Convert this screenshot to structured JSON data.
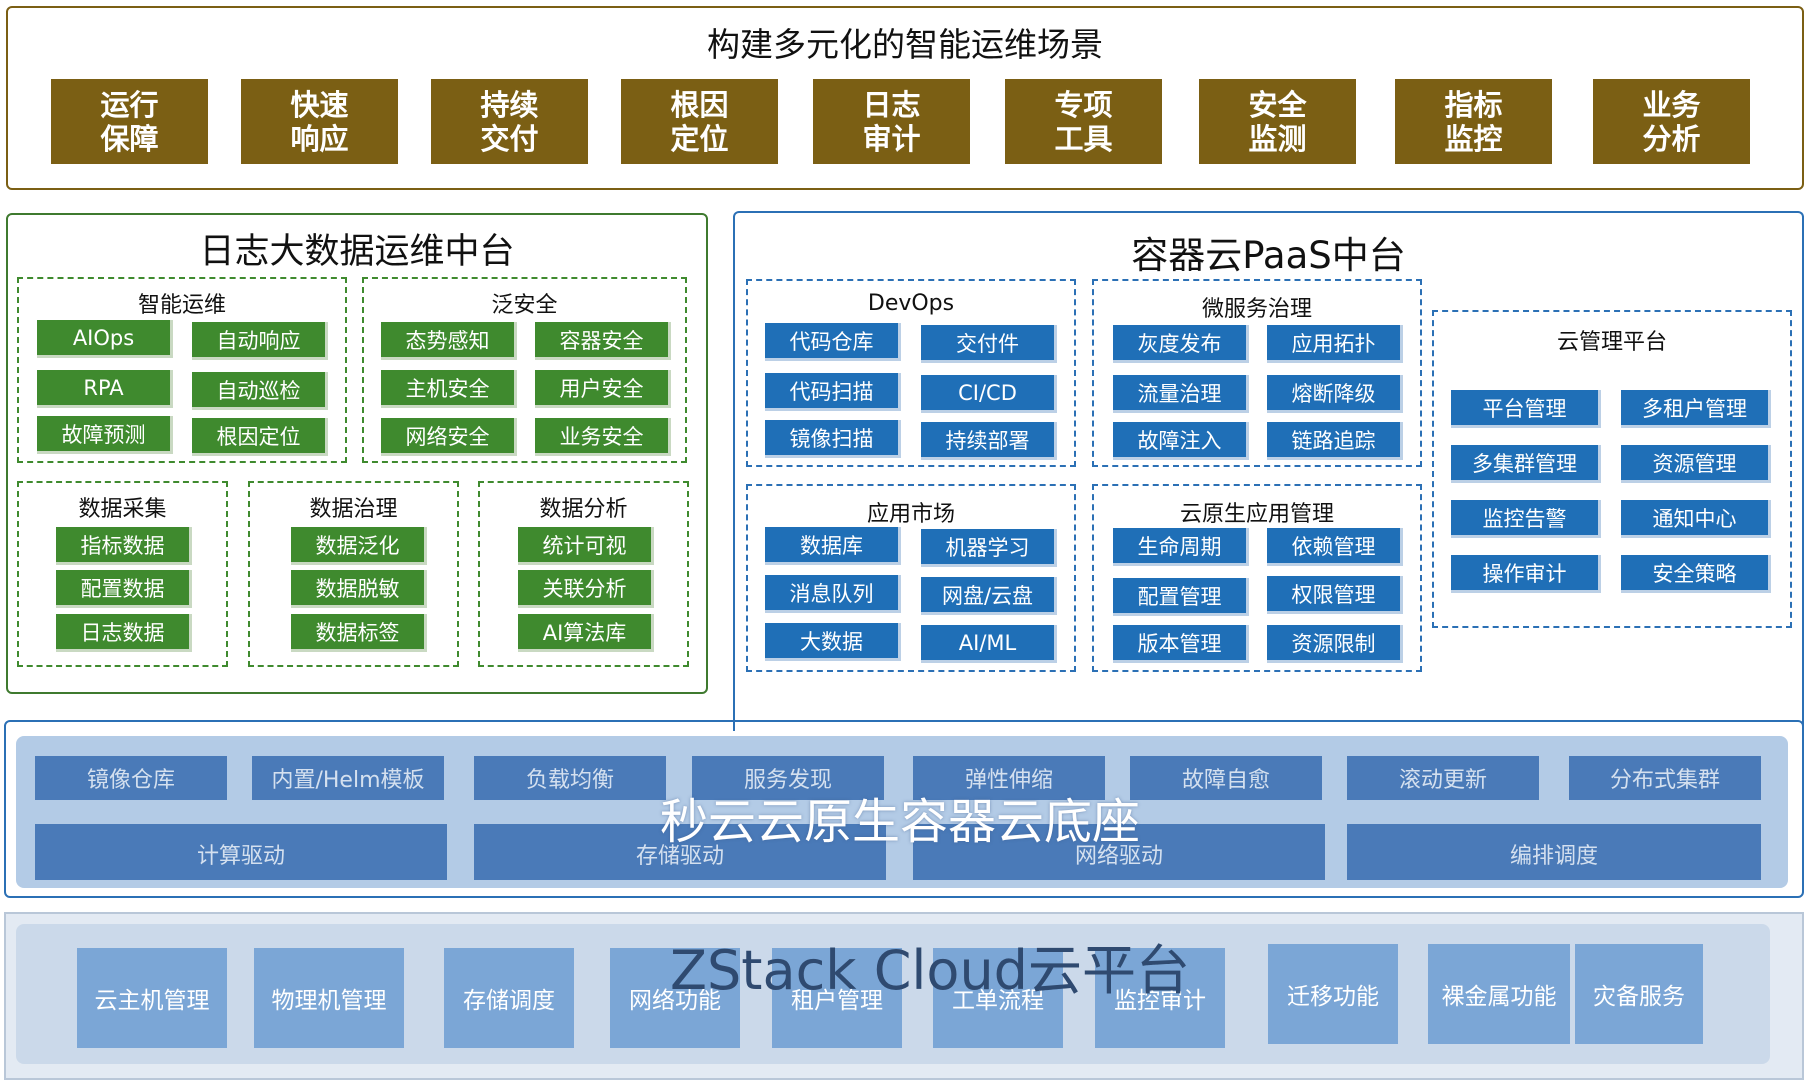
{
  "top": {
    "title": "构建多元化的智能运维场景",
    "scenarios": [
      [
        "运行",
        "保障"
      ],
      [
        "快速",
        "响应"
      ],
      [
        "持续",
        "交付"
      ],
      [
        "根因",
        "定位"
      ],
      [
        "日志",
        "审计"
      ],
      [
        "专项",
        "工具"
      ],
      [
        "安全",
        "监测"
      ],
      [
        "指标",
        "监控"
      ],
      [
        "业务",
        "分析"
      ]
    ]
  },
  "log_platform": {
    "title": "日志大数据运维中台",
    "groups": {
      "aiops": {
        "title": "智能运维",
        "items": [
          "AIOps",
          "自动响应",
          "RPA",
          "自动巡检",
          "故障预测",
          "根因定位"
        ]
      },
      "security": {
        "title": "泛安全",
        "items": [
          "态势感知",
          "容器安全",
          "主机安全",
          "用户安全",
          "网络安全",
          "业务安全"
        ]
      },
      "collect": {
        "title": "数据采集",
        "items": [
          "指标数据",
          "配置数据",
          "日志数据"
        ]
      },
      "govern": {
        "title": "数据治理",
        "items": [
          "数据泛化",
          "数据脱敏",
          "数据标签"
        ]
      },
      "analysis": {
        "title": "数据分析",
        "items": [
          "统计可视",
          "关联分析",
          "AI算法库"
        ]
      }
    }
  },
  "paas": {
    "title": "容器云PaaS中台",
    "groups": {
      "devops": {
        "title": "DevOps",
        "items": [
          "代码仓库",
          "交付件",
          "代码扫描",
          "CI/CD",
          "镜像扫描",
          "持续部署"
        ]
      },
      "micro": {
        "title": "微服务治理",
        "items": [
          "灰度发布",
          "应用拓扑",
          "流量治理",
          "熔断降级",
          "故障注入",
          "链路追踪"
        ]
      },
      "market": {
        "title": "应用市场",
        "items": [
          "数据库",
          "机器学习",
          "消息队列",
          "网盘/云盘",
          "大数据",
          "AI/ML"
        ]
      },
      "native": {
        "title": "云原生应用管理",
        "items": [
          "生命周期",
          "依赖管理",
          "配置管理",
          "权限管理",
          "版本管理",
          "资源限制"
        ]
      },
      "cloud": {
        "title": "云管理平台",
        "items": [
          "平台管理",
          "多租户管理",
          "多集群管理",
          "资源管理",
          "监控告警",
          "通知中心",
          "操作审计",
          "安全策略"
        ]
      }
    }
  },
  "base": {
    "title": "秒云云原生容器云底座",
    "row1": [
      "镜像仓库",
      "内置/Helm模板",
      "负载均衡",
      "服务发现",
      "弹性伸缩",
      "故障自愈",
      "滚动更新",
      "分布式集群"
    ],
    "row2": [
      "计算驱动",
      "存储驱动",
      "网络驱动",
      "编排调度"
    ]
  },
  "zstack": {
    "title": "ZStack Cloud云平台",
    "items": [
      "云主机管理",
      "物理机管理",
      "存储调度",
      "网络功能",
      "租户管理",
      "工单流程",
      "监控审计",
      "迁移功能",
      "裸金属功能",
      "灾备服务"
    ]
  },
  "colors": {
    "scenario": "#7b5f14",
    "green": "#3f8a2e",
    "blue": "#1f6fb7",
    "base_btn": "#4a7ab8",
    "zstack_btn": "#7ba6d6"
  }
}
